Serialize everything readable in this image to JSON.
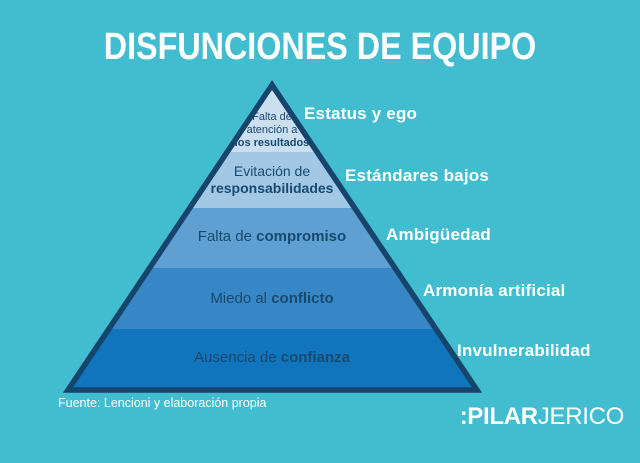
{
  "title": "DISFUNCIONES DE EQUIPO",
  "colors": {
    "background": "#42bdd0",
    "outline": "#16456b",
    "tier_text": "#174a70",
    "side_label_text": "#ffffff"
  },
  "pyramid": {
    "outline_color": "#16456b",
    "tiers": [
      {
        "regular": "Falta de\natención a\n",
        "bold": "los resultados",
        "side_label": "Estatus y ego",
        "fill": "#cbdff0"
      },
      {
        "regular": "Evitación de\n",
        "bold": "responsabilidades",
        "side_label": "Estándares bajos",
        "fill": "#a3c8e6"
      },
      {
        "regular": "Falta de ",
        "bold": "compromiso",
        "side_label": "Ambigüedad",
        "fill": "#5f9fd1"
      },
      {
        "regular": "Miedo al ",
        "bold": "conflicto",
        "side_label": "Armonía artificial",
        "fill": "#3787c6"
      },
      {
        "regular": "Ausencia de ",
        "bold": "confianza",
        "side_label": "Invulnerabilidad",
        "fill": "#1175bd"
      }
    ]
  },
  "footer": {
    "source": "Fuente: Lencioni y elaboración propia"
  },
  "logo": {
    "bold": ":PILAR",
    "light": "JERICO"
  }
}
